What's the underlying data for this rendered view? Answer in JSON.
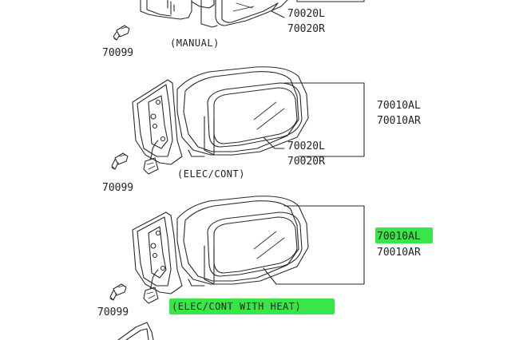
{
  "colors": {
    "line": "#2a2a2a",
    "highlight": "#39e64a",
    "background": "#ffffff"
  },
  "groups": [
    {
      "caption": "(MANUAL)",
      "bolt_part": "70099",
      "mirror_glass_parts": [
        "70020L",
        "70020R"
      ]
    },
    {
      "caption": "(ELEC/CONT)",
      "bolt_part": "70099",
      "assembly_parts": [
        "70010AL",
        "70010AR"
      ],
      "mirror_glass_parts": [
        "70020L",
        "70020R"
      ]
    },
    {
      "caption": "(ELEC/CONT WITH HEAT)",
      "bolt_part": "70099",
      "assembly_parts": [
        "70010AL",
        "70010AR"
      ],
      "highlighted": [
        "70010AL",
        "(ELEC/CONT WITH HEAT)"
      ]
    }
  ]
}
